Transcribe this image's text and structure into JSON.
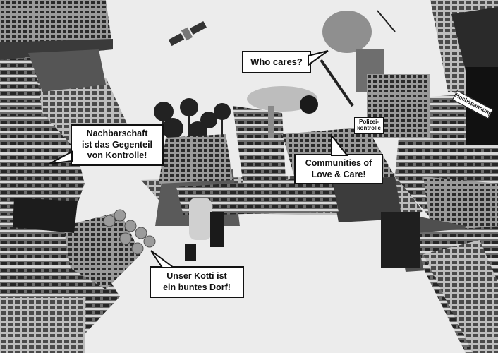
{
  "bubbles": {
    "who_cares": "Who cares?",
    "nachbarschaft": [
      "Nachbarschaft",
      "ist das Gegenteil",
      "von Kontrolle!"
    ],
    "communities": [
      "Communities of",
      "Love & Care!"
    ],
    "kotti": [
      "Unser Kotti ist",
      "ein buntes Dorf!"
    ]
  },
  "signs": {
    "polizei": [
      "Polizei-",
      "kontrolle"
    ],
    "hochspannung": "Hochspannung"
  },
  "colors": {
    "background": "#ececec",
    "ink": "#111111",
    "bubble_fill": "#ffffff"
  }
}
